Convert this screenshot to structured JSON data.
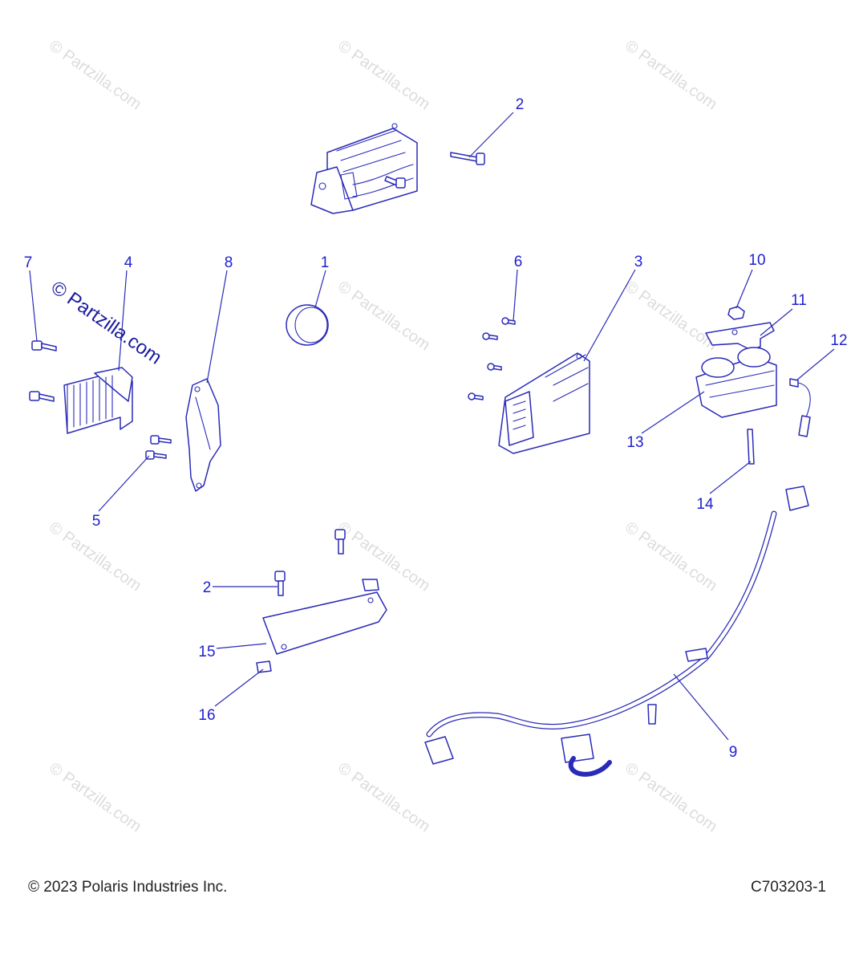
{
  "watermark": {
    "small_text": "© Partzilla.com",
    "large_text": "© Partzilla.com"
  },
  "callouts": {
    "c1": "1",
    "c2_top": "2",
    "c2_bottom": "2",
    "c3": "3",
    "c4": "4",
    "c5": "5",
    "c6": "6",
    "c7": "7",
    "c8": "8",
    "c9": "9",
    "c10": "10",
    "c11": "11",
    "c12": "12",
    "c13": "13",
    "c14": "14",
    "c15": "15",
    "c16": "16"
  },
  "footer": {
    "copyright": "© 2023 Polaris Industries Inc.",
    "figure_code": "C703203-1"
  },
  "colors": {
    "line_art": "#2a2ab8",
    "callout_text": "#2020d0",
    "watermark": "#dcdcdc"
  }
}
